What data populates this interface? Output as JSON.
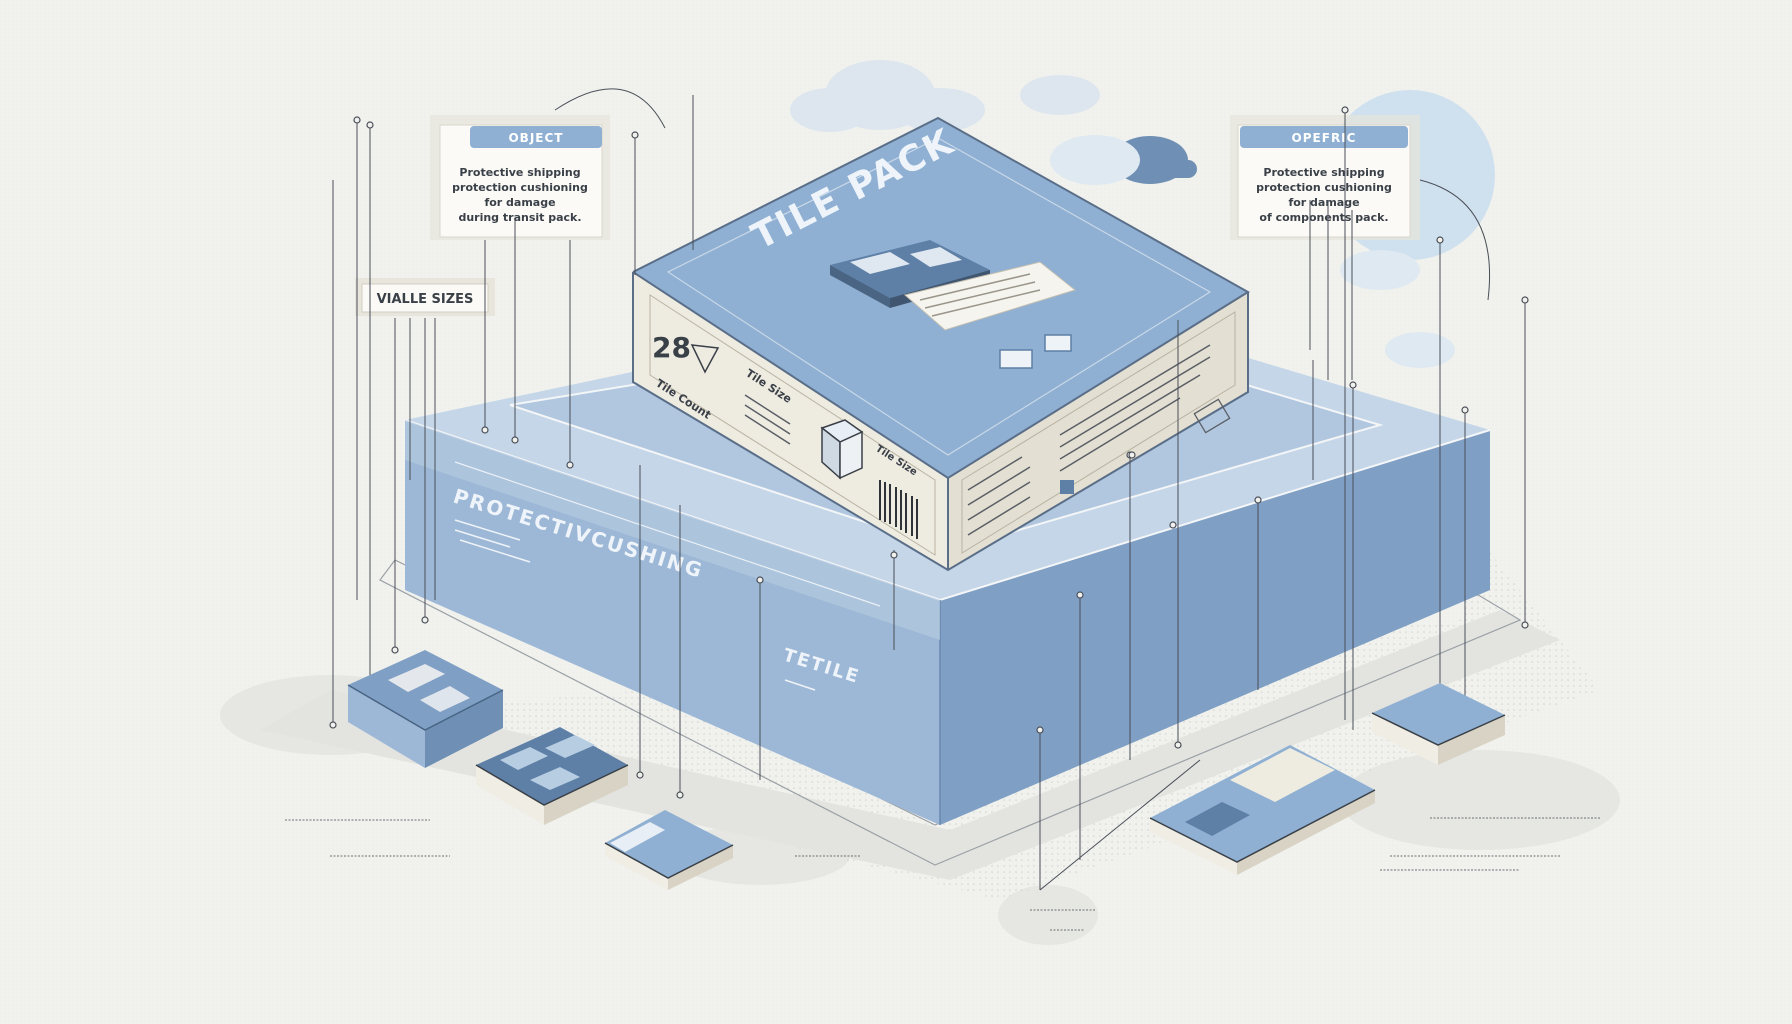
{
  "colors": {
    "background": "#f1f2ee",
    "box_blue": "#8eadcf",
    "box_blue_dark": "#6f8fb4",
    "box_blue_light": "#b7cde2",
    "cream": "#eeebe1",
    "cream_dark": "#d8d3c4",
    "ink": "#3a4048",
    "leader": "#4a4f58",
    "cloud": "#c7d9e8"
  },
  "callouts": {
    "left": {
      "title": "OBJECT",
      "lines": [
        "Protective shipping",
        "protection cushioning",
        "for damage",
        "during transit pack."
      ]
    },
    "right": {
      "title": "OPEFRIC",
      "lines": [
        "Protective shipping",
        "protection cushioning",
        "for damage",
        "of components pack."
      ]
    },
    "tag": "VIALLE SIZES"
  },
  "box": {
    "brand": "TILE PACK",
    "number": "28",
    "side_text_a": "Tile Count",
    "side_text_b": "Tile Size",
    "panel_label": "Tile Size"
  },
  "base": {
    "label_main": "PROTECTIVCUSHING",
    "label_small": "TETILE"
  },
  "icons": [
    "cloud-icon",
    "sun-icon",
    "barcode-icon",
    "tile-stack-icon",
    "box-icon"
  ]
}
